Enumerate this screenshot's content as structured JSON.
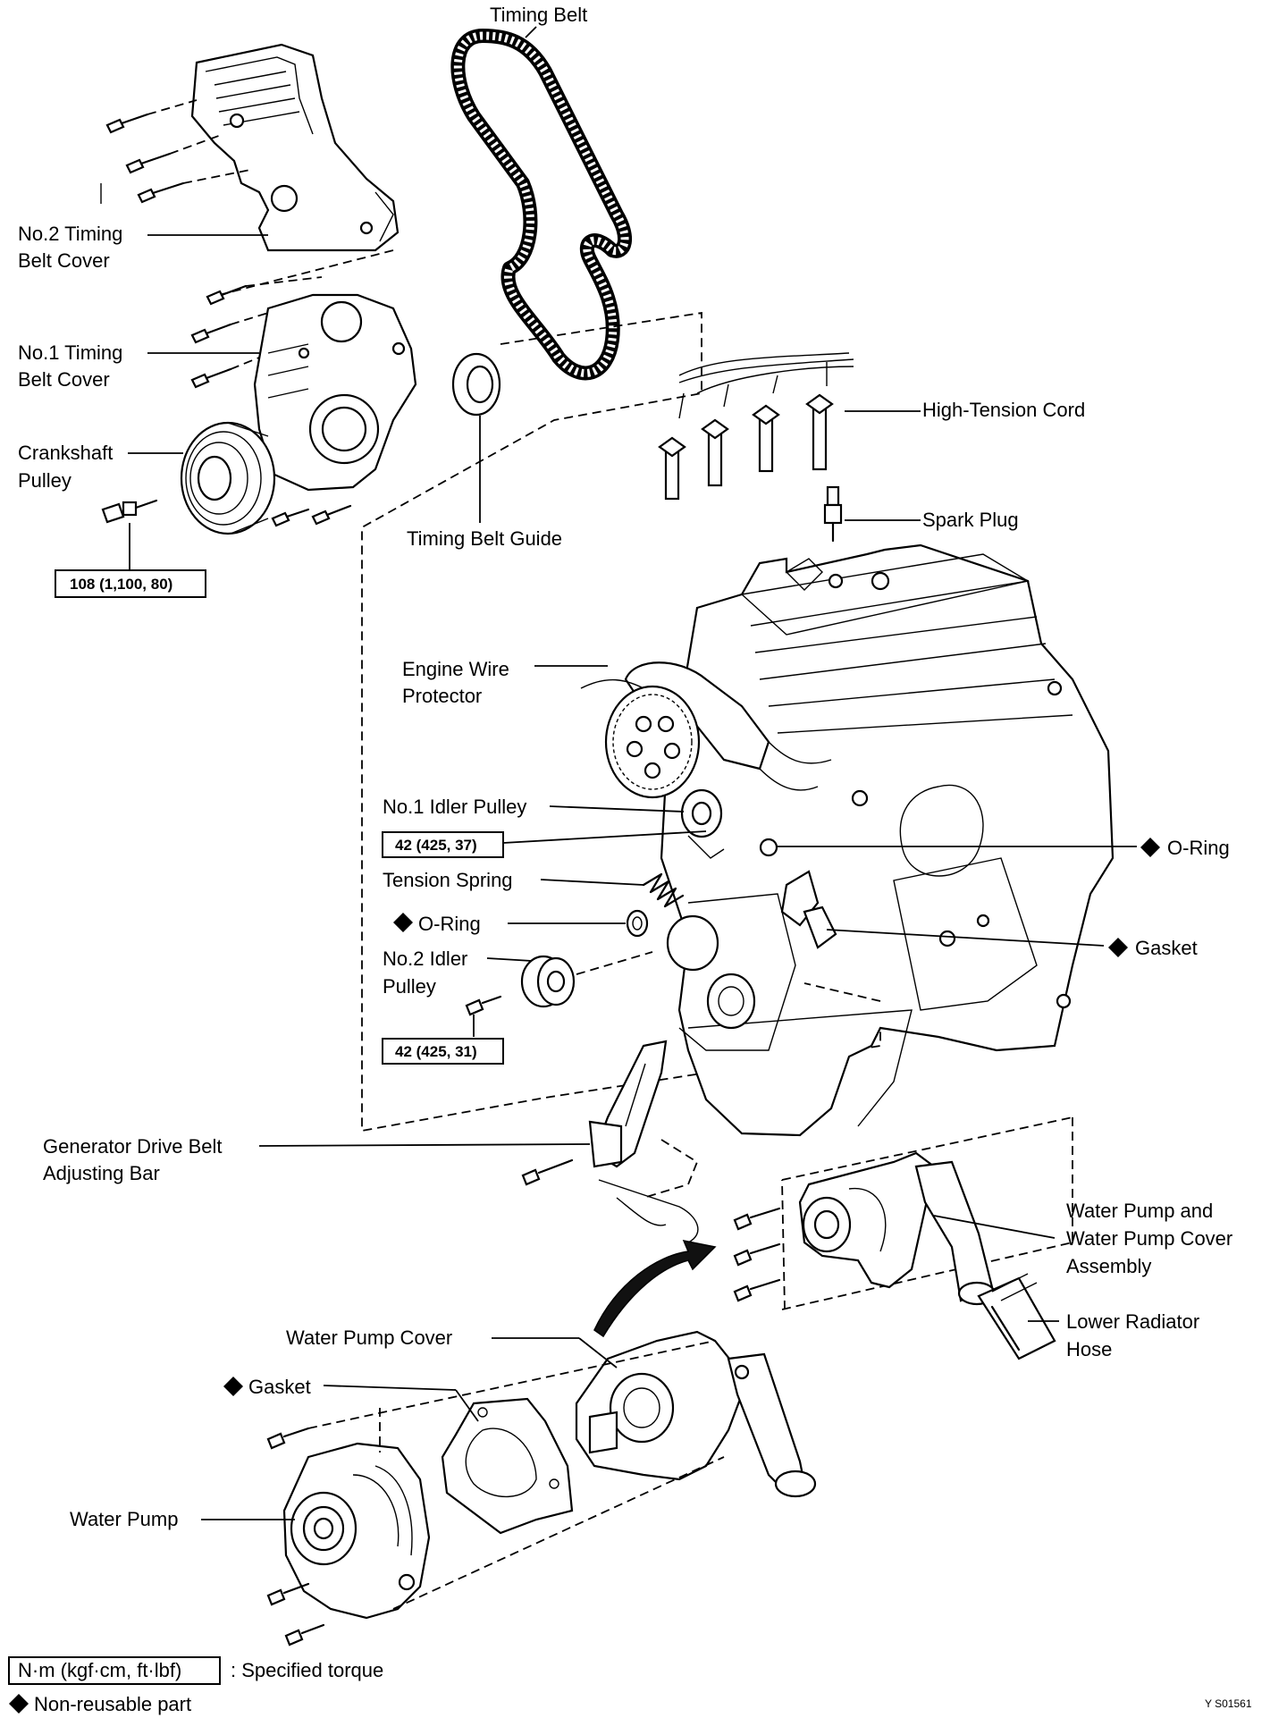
{
  "labels": {
    "timing_belt": "Timing Belt",
    "no2_cover_l1": "No.2 Timing",
    "no2_cover_l2": "Belt Cover",
    "no1_cover_l1": "No.1 Timing",
    "no1_cover_l2": "Belt Cover",
    "crank_l1": "Crankshaft",
    "crank_l2": "Pulley",
    "timing_belt_guide": "Timing Belt Guide",
    "high_tension_cord": "High-Tension Cord",
    "spark_plug": "Spark Plug",
    "wire_protector_l1": "Engine Wire",
    "wire_protector_l2": "Protector",
    "no1_idler": "No.1 Idler Pulley",
    "tension_spring": "Tension Spring",
    "oring_left": "O-Ring",
    "no2_idler_l1": "No.2 Idler",
    "no2_idler_l2": "Pulley",
    "oring_right": "O-Ring",
    "gasket_right": "Gasket",
    "gen_bar_l1": "Generator Drive Belt",
    "gen_bar_l2": "Adjusting Bar",
    "wp_assy_l1": "Water Pump and",
    "wp_assy_l2": "Water Pump Cover",
    "wp_assy_l3": "Assembly",
    "lower_hose_l1": "Lower Radiator",
    "lower_hose_l2": "Hose",
    "wp_cover": "Water Pump Cover",
    "gasket_lower": "Gasket",
    "water_pump": "Water Pump"
  },
  "torques": {
    "crank_bolt": "108 (1,100, 80)",
    "no1_idler": "42 (425, 37)",
    "no2_idler": "42 (425, 31)"
  },
  "legend": {
    "torque_box": "N·m (kgf·cm, ft·lbf)",
    "torque_desc": ": Specified torque",
    "nonreusable": "Non-reusable part"
  },
  "figure_code": "Y  S01561"
}
